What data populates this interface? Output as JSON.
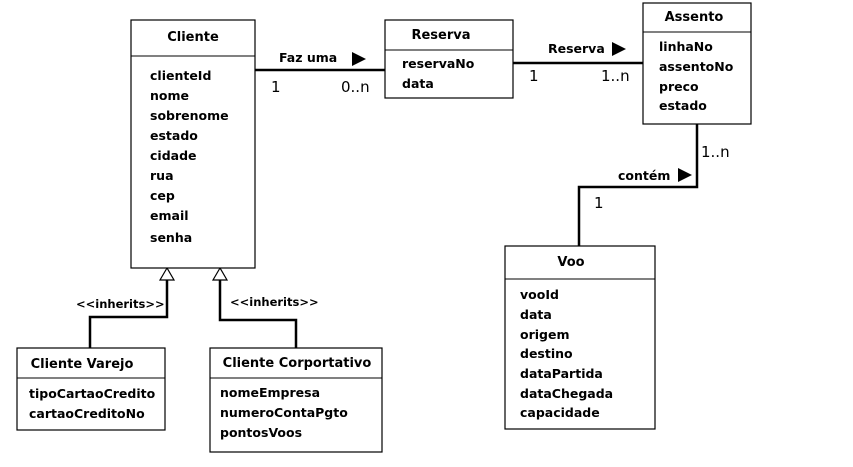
{
  "classes": {
    "cliente": {
      "name": "Cliente",
      "attributes": [
        "clienteId",
        "nome",
        "sobrenome",
        "estado",
        "cidade",
        "rua",
        "cep",
        "email",
        "senha"
      ]
    },
    "reserva": {
      "name": "Reserva",
      "attributes": [
        "reservaNo",
        "data"
      ]
    },
    "assento": {
      "name": "Assento",
      "attributes": [
        "linhaNo",
        "assentoNo",
        "preco",
        "estado"
      ]
    },
    "voo": {
      "name": "Voo",
      "attributes": [
        "vooId",
        "data",
        "origem",
        "destino",
        "dataPartida",
        "dataChegada",
        "capacidade"
      ]
    },
    "cliente_varejo": {
      "name": "Cliente Varejo",
      "attributes": [
        "tipoCartaoCredito",
        "cartaoCreditoNo"
      ]
    },
    "cliente_corporativo": {
      "name": "Cliente Corportativo",
      "attributes": [
        "nomeEmpresa",
        "numeroContaPgto",
        "pontosVoos"
      ]
    }
  },
  "associations": {
    "cliente_reserva": {
      "label": "Faz uma",
      "mult_source": "1",
      "mult_target": "0..n"
    },
    "reserva_assento": {
      "label": "Reserva",
      "mult_source": "1",
      "mult_target": "1..n"
    },
    "assento_voo": {
      "label": "contém",
      "mult_source": "1..n",
      "mult_target": "1"
    }
  },
  "inheritance": {
    "varejo_label": "<<inherits>>",
    "corporativo_label": "<<inherits>>"
  }
}
